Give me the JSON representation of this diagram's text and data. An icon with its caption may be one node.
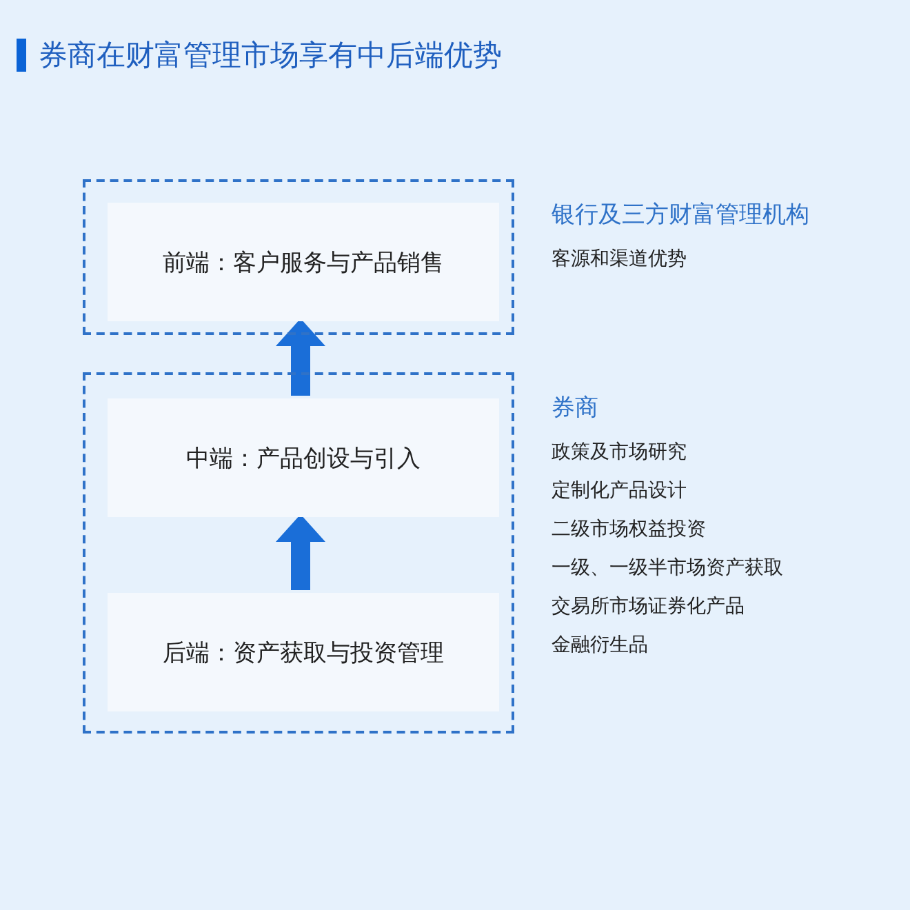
{
  "diagram": {
    "title": "券商在财富管理市场享有中后端优势",
    "nodes": [
      {
        "text": [],
        "shape": "box",
        "beside": [
          "银行及三方财富管理机构",
          "客源和渠道优势"
        ]
      },
      {
        "text": [
          "前端：客户服务与产品销售"
        ],
        "in": 0
      },
      {
        "text": [],
        "shape": "box",
        "beside": [
          "券商",
          "政策及市场研究",
          "定制化产品设计",
          "二级市场权益投资",
          "一级、一级半市场资产获取",
          "交易所市场证券化产品",
          "金融衍生品"
        ]
      },
      {
        "text": [
          "中端：产品创设与引入"
        ],
        "in": 2
      },
      {
        "text": [
          "后端：资产获取与投资管理"
        ],
        "in": 2
      }
    ],
    "edges": [
      {
        "from": 3,
        "to": 1,
        "arrow": "to"
      },
      {
        "from": 4,
        "to": 3,
        "arrow": "to"
      }
    ]
  }
}
